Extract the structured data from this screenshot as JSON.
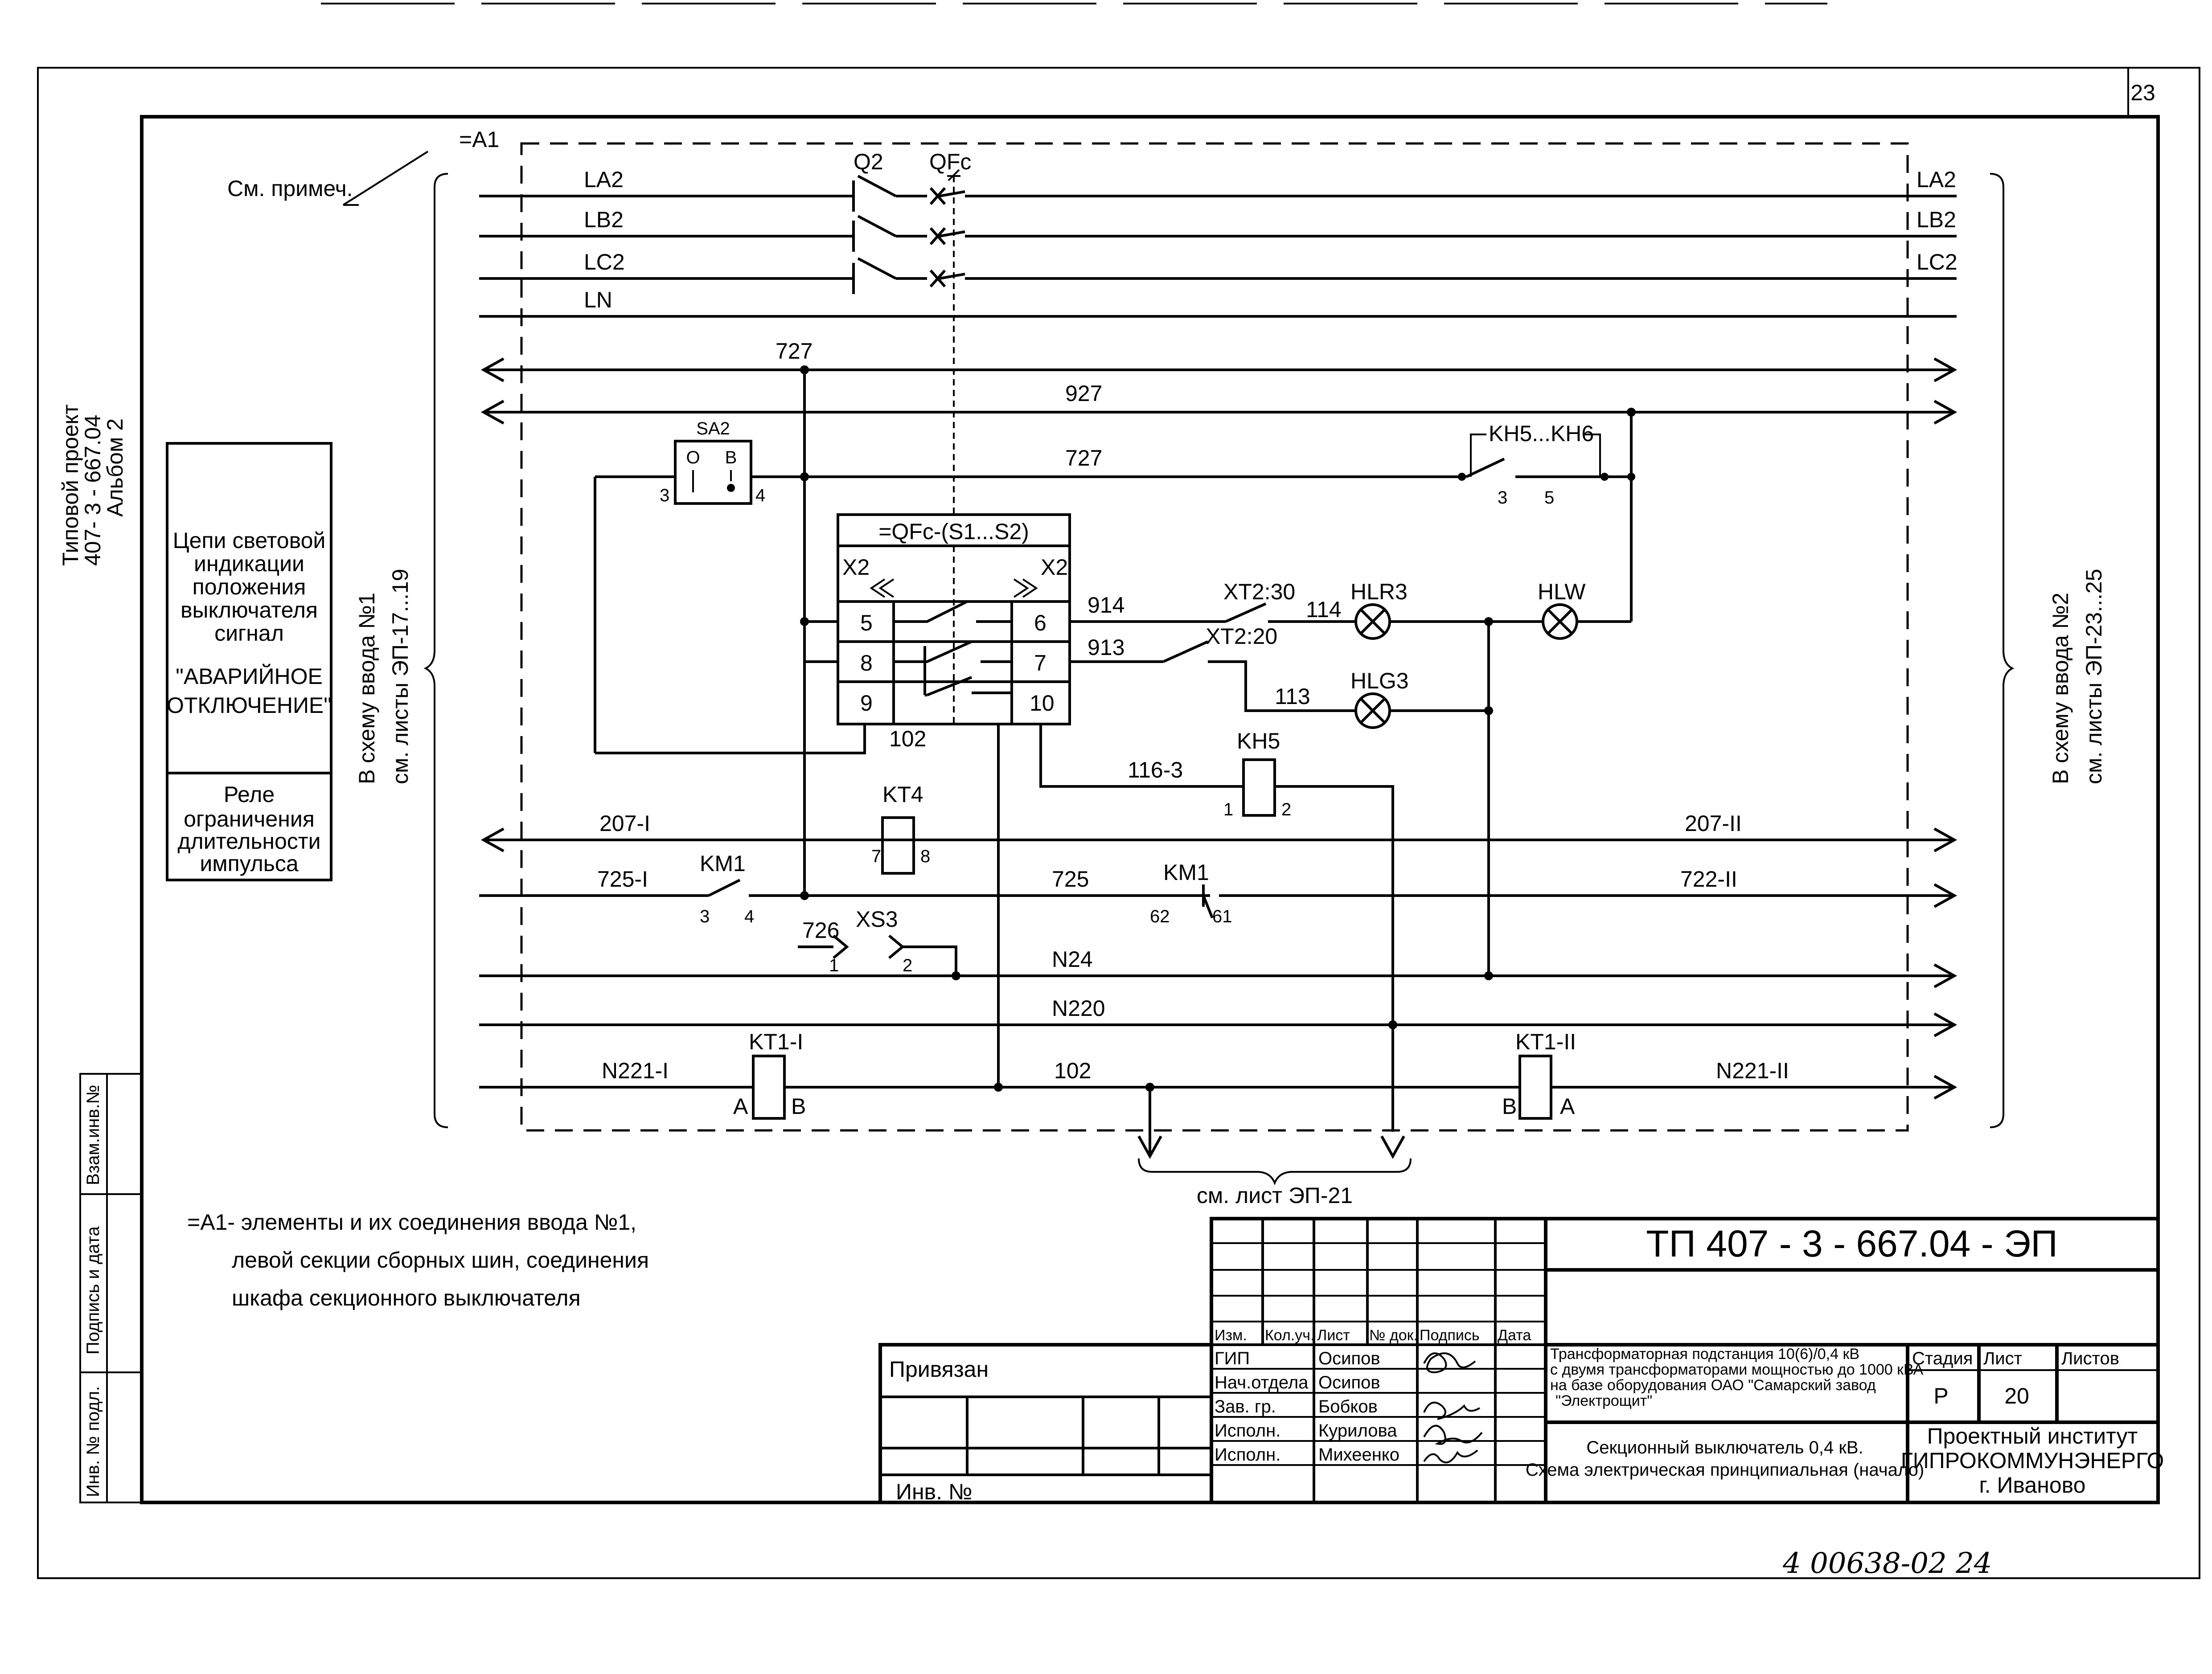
{
  "sheet": {
    "number": "23",
    "left_margin": [
      "Типовой проект",
      "407- 3 - 667.04",
      "Альбом 2"
    ],
    "bottom_handwriting": "4 00638-02 24"
  },
  "legend": {
    "box1": [
      "Цепи световой",
      "индикации",
      "положения",
      "выключателя",
      "сигнал",
      "\"АВАРИЙНОЕ",
      "ОТКЛЮЧЕНИЕ\""
    ],
    "box2": [
      "Реле",
      "ограничения",
      "длительности",
      "импульса"
    ]
  },
  "stamp_side": {
    "vzam": "Взам.инв.№",
    "podpis": "Подпись и дата",
    "inv": "Инв. № подл."
  },
  "diagram": {
    "a1": "=A1",
    "note": "См. примеч.",
    "left_side": [
      "В схему ввода №1",
      "см. листы  ЭП-17...19"
    ],
    "right_side": [
      "В схему ввода №2",
      "см. листы  ЭП-23...25"
    ],
    "bottom_ref": "см. лист ЭП-21",
    "buses_left": [
      "LA2",
      "LB2",
      "LC2",
      "LN"
    ],
    "buses_right": [
      "LA2",
      "LB2",
      "LC2"
    ],
    "q2": "Q2",
    "qfc": "QFc",
    "w727a": "727",
    "w927": "927",
    "w727b": "727",
    "sa2": "SA2",
    "sa2_o": "O",
    "sa2_b": "B",
    "sa2_pin3": "3",
    "sa2_pin4": "4",
    "kh56": "KH5...KH6",
    "kh56_pin3": "3",
    "kh56_pin5": "5",
    "qfc_block": "=QFc-(S1...S2)",
    "x2_left": "X2",
    "x2_right": "X2",
    "pins_left": [
      "5",
      "8",
      "9"
    ],
    "pins_right": [
      "6",
      "7",
      "10"
    ],
    "w914": "914",
    "w913": "913",
    "xt230": "XT2:30",
    "xt220": "XT2:20",
    "w114": "114",
    "w113": "113",
    "hlr3": "HLR3",
    "hlg3": "HLG3",
    "hlw": "HLW",
    "w102a": "102",
    "kh5": "KH5",
    "w116": "116-3",
    "kh5_pin1": "1",
    "kh5_pin2": "2",
    "kt4": "KT4",
    "kt4_pin7": "7",
    "kt4_pin8": "8",
    "w207l": "207-I",
    "w207r": "207-II",
    "w725l": "725-I",
    "km1a": "KM1",
    "km1a_pin3": "3",
    "km1a_pin4": "4",
    "w725": "725",
    "km1b": "KM1",
    "km1b_pin62": "62",
    "km1b_pin61": "61",
    "w722": "722-II",
    "w726": "726",
    "xs3": "XS3",
    "xs3_pin1": "1",
    "xs3_pin2": "2",
    "n24": "N24",
    "n220": "N220",
    "n221l": "N221-I",
    "kt1l": "KT1-I",
    "kt1l_a": "A",
    "kt1l_b": "B",
    "w102b": "102",
    "kt1r": "KT1-II",
    "kt1r_b": "B",
    "kt1r_a": "A",
    "n221r": "N221-II"
  },
  "footnote": [
    "=A1- элементы и их соединения ввода №1,",
    "левой секции сборных шин, соединения",
    "шкафа секционного выключателя"
  ],
  "title_block": {
    "doc_code": "ТП  407 - 3 - 667.04 - ЭП",
    "privyazan": "Привязан",
    "inv_no": "Инв. №",
    "headers": [
      "Изм.",
      "Кол.уч.",
      "Лист",
      "№ док.",
      "Подпись",
      "Дата"
    ],
    "roles": [
      "ГИП",
      "Нач.отдела",
      "Зав. гр.",
      "Исполн.",
      "Исполн."
    ],
    "names": [
      "Осипов",
      "Осипов",
      "Бобков",
      "Курилова",
      "Михеенко"
    ],
    "project_title": [
      "Трансформаторная подстанция 10(6)/0,4 кВ",
      "с двумя трансформаторами мощностью до 1000 кВА",
      "на базе оборудования ОАО \"Самарский завод",
      "\"Электрощит\""
    ],
    "sheet_title": [
      "Секционный выключатель 0,4 кВ.",
      "Схема электрическая принципиальная (начало)"
    ],
    "stage_label": "Стадия",
    "sheet_label": "Лист",
    "sheets_label": "Листов",
    "stage_value": "Р",
    "sheet_value": "20",
    "organization": [
      "Проектный институт",
      "ГИПРОКОММУНЭНЕРГО",
      "г. Иваново"
    ]
  }
}
